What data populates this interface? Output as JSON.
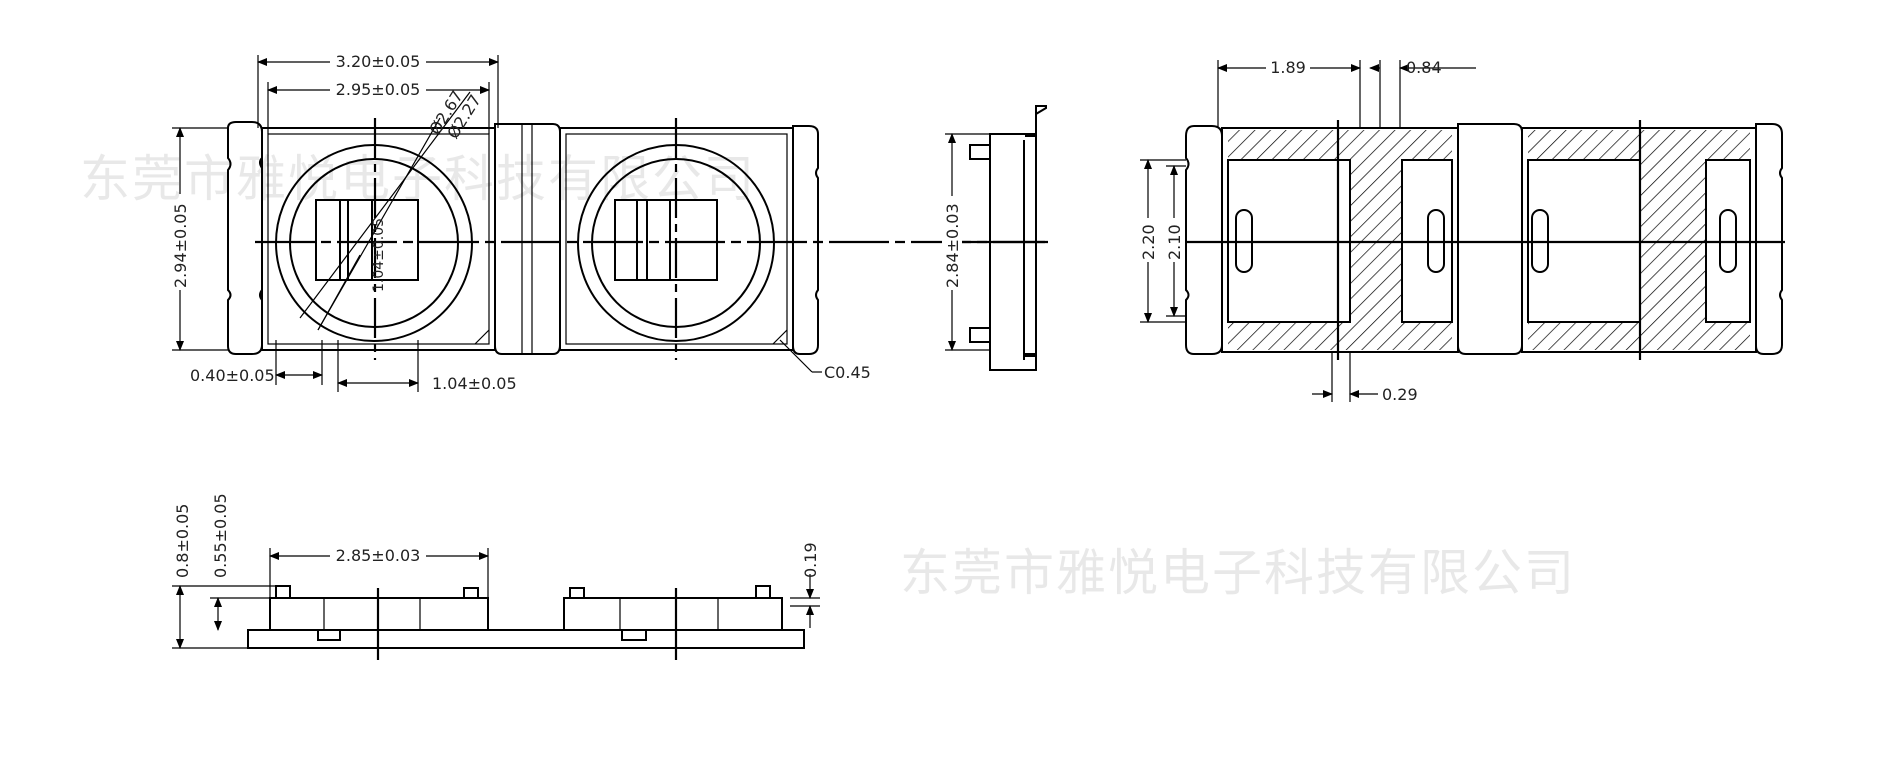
{
  "watermark": "东莞市雅悦电子科技有限公司",
  "top_view": {
    "width_outer": "3.20±0.05",
    "width_inner": "2.95±0.05",
    "height": "2.94±0.05",
    "dia_outer": "Ø2.67",
    "dia_inner": "Ø2.27",
    "lens_dim": "1.04±0.05",
    "offset": "0.40±0.05",
    "chip_width": "1.04±0.05",
    "chamfer": "C0.45"
  },
  "side_view": {
    "height": "2.84±0.03"
  },
  "bottom_view": {
    "pad_length": "1.89",
    "gap": "0.84",
    "height_outer": "2.20",
    "height_inner": "2.10",
    "slot": "0.29"
  },
  "profile_view": {
    "total_height": "0.8±0.05",
    "body_height": "0.55±0.05",
    "width": "2.85±0.03",
    "step": "0.19"
  }
}
